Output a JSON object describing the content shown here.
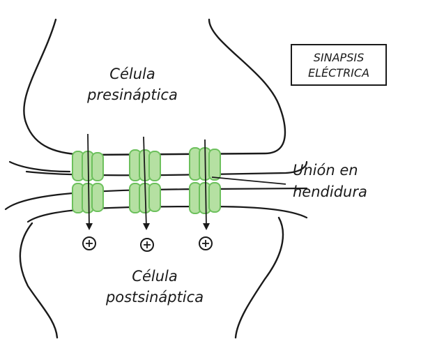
{
  "diagram": {
    "title_line1": "SINAPSIS",
    "title_line2": "ELÉCTRICA",
    "pre_cell_line1": "Célula",
    "pre_cell_line2": "presináptica",
    "post_cell_line1": "Célula",
    "post_cell_line2": "postsináptica",
    "junction_line1": "Unión en",
    "junction_line2": "hendidura",
    "ion_symbol": "+",
    "channel_fill": "#b5e0a2",
    "channel_stroke": "#6cc05c",
    "channel_count": 3
  }
}
